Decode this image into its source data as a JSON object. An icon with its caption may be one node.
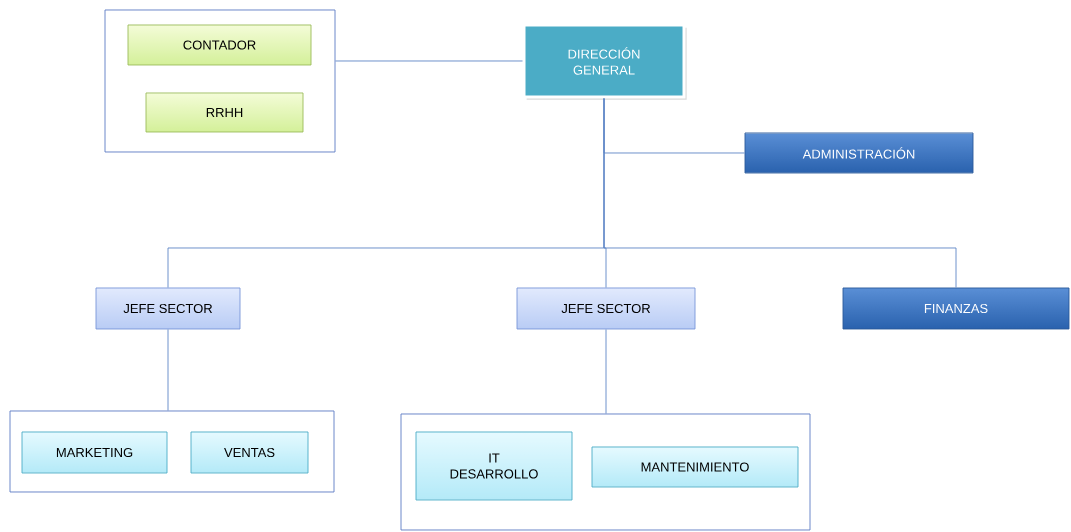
{
  "diagram": {
    "nodes": [
      {
        "text": [],
        "shape": "box"
      },
      {
        "text": [
          "CONTADOR"
        ],
        "in": 0
      },
      {
        "text": [
          "RRHH"
        ],
        "in": 0
      },
      {
        "text": [
          "DIRECCIÓN GENERAL"
        ]
      },
      {
        "text": [
          "ADMINISTRACIÓN"
        ]
      },
      {
        "text": [
          "JEFE SECTOR"
        ]
      },
      {
        "text": [
          "JEFE SECTOR"
        ]
      },
      {
        "text": [
          "FINANZAS"
        ]
      },
      {
        "text": [],
        "shape": "box"
      },
      {
        "text": [
          "MARKETING"
        ],
        "in": 8
      },
      {
        "text": [
          "VENTAS"
        ],
        "in": 8
      },
      {
        "text": [],
        "shape": "box"
      },
      {
        "text": [
          "IT DESARROLLO"
        ],
        "in": 11
      },
      {
        "text": [
          "MANTENIMIENTO"
        ],
        "in": 11
      }
    ],
    "edges": [
      {
        "from": 0,
        "to": 3,
        "arrow": "none"
      },
      {
        "from": 3,
        "to": 4,
        "arrow": "none"
      },
      {
        "from": 3,
        "to": 5,
        "arrow": "none"
      },
      {
        "from": 3,
        "to": 6,
        "arrow": "none"
      },
      {
        "from": 3,
        "to": 7,
        "arrow": "none"
      },
      {
        "from": 5,
        "to": 8,
        "arrow": "none"
      },
      {
        "from": 6,
        "to": 11,
        "arrow": "none"
      }
    ]
  }
}
